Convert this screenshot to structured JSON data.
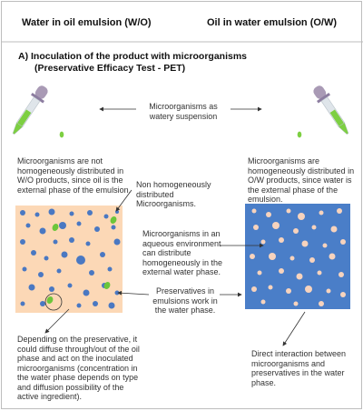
{
  "header": {
    "left_title": "Water in oil emulsion (W/O)",
    "right_title": "Oil in water emulsion (O/W)"
  },
  "section": {
    "title_line1": "A) Inoculation of the product with microorganisms",
    "title_line2": "(Preservative Efficacy Test - PET)"
  },
  "labels": {
    "suspension_line1": "Microorganisms as",
    "suspension_line2": "watery suspension",
    "wo_desc": [
      "Microorganisms are not",
      "homogeneously distributed in",
      "W/O products, since oil is the",
      "external phase of the emulsion."
    ],
    "ow_desc": [
      "Microorganisms are",
      "homogeneously distributed in",
      "O/W products, since water is",
      "the external phase of the",
      "emulsion."
    ],
    "non_homog": [
      "Non homogeneously",
      "distributed",
      "Microorganisms."
    ],
    "aqueous": [
      "Microorganisms in an",
      "aqueous environment",
      "can distribute",
      "homogeneously in the",
      "external water phase."
    ],
    "preservatives": [
      "Preservatives in",
      "emulsions work in",
      "the water phase."
    ],
    "diffuse": [
      "Depending on the preservative, it",
      "could diffuse through/out of the oil",
      "phase and act on the inoculated",
      "microorganisms (concentration in",
      "the water phase depends on type",
      "and diffusion possibility of the",
      "active ingredient)."
    ],
    "direct": [
      "Direct interaction between",
      "microorganisms and",
      "preservatives in the water phase."
    ]
  },
  "colors": {
    "wo_background": "#fcd8b6",
    "wo_droplet": "#4a78c2",
    "ow_background": "#4a7ec8",
    "ow_droplet": "#f7d3bd",
    "microorganism": "#6cc63a",
    "pipette_liquid": "#7dcf42",
    "pipette_bulb": "#a99ab5",
    "pipette_glass": "#dfe5ea",
    "arrow": "#333333",
    "divider": "#bdbdbd"
  },
  "icons": [
    "pipette-icon",
    "arrow-icon"
  ]
}
